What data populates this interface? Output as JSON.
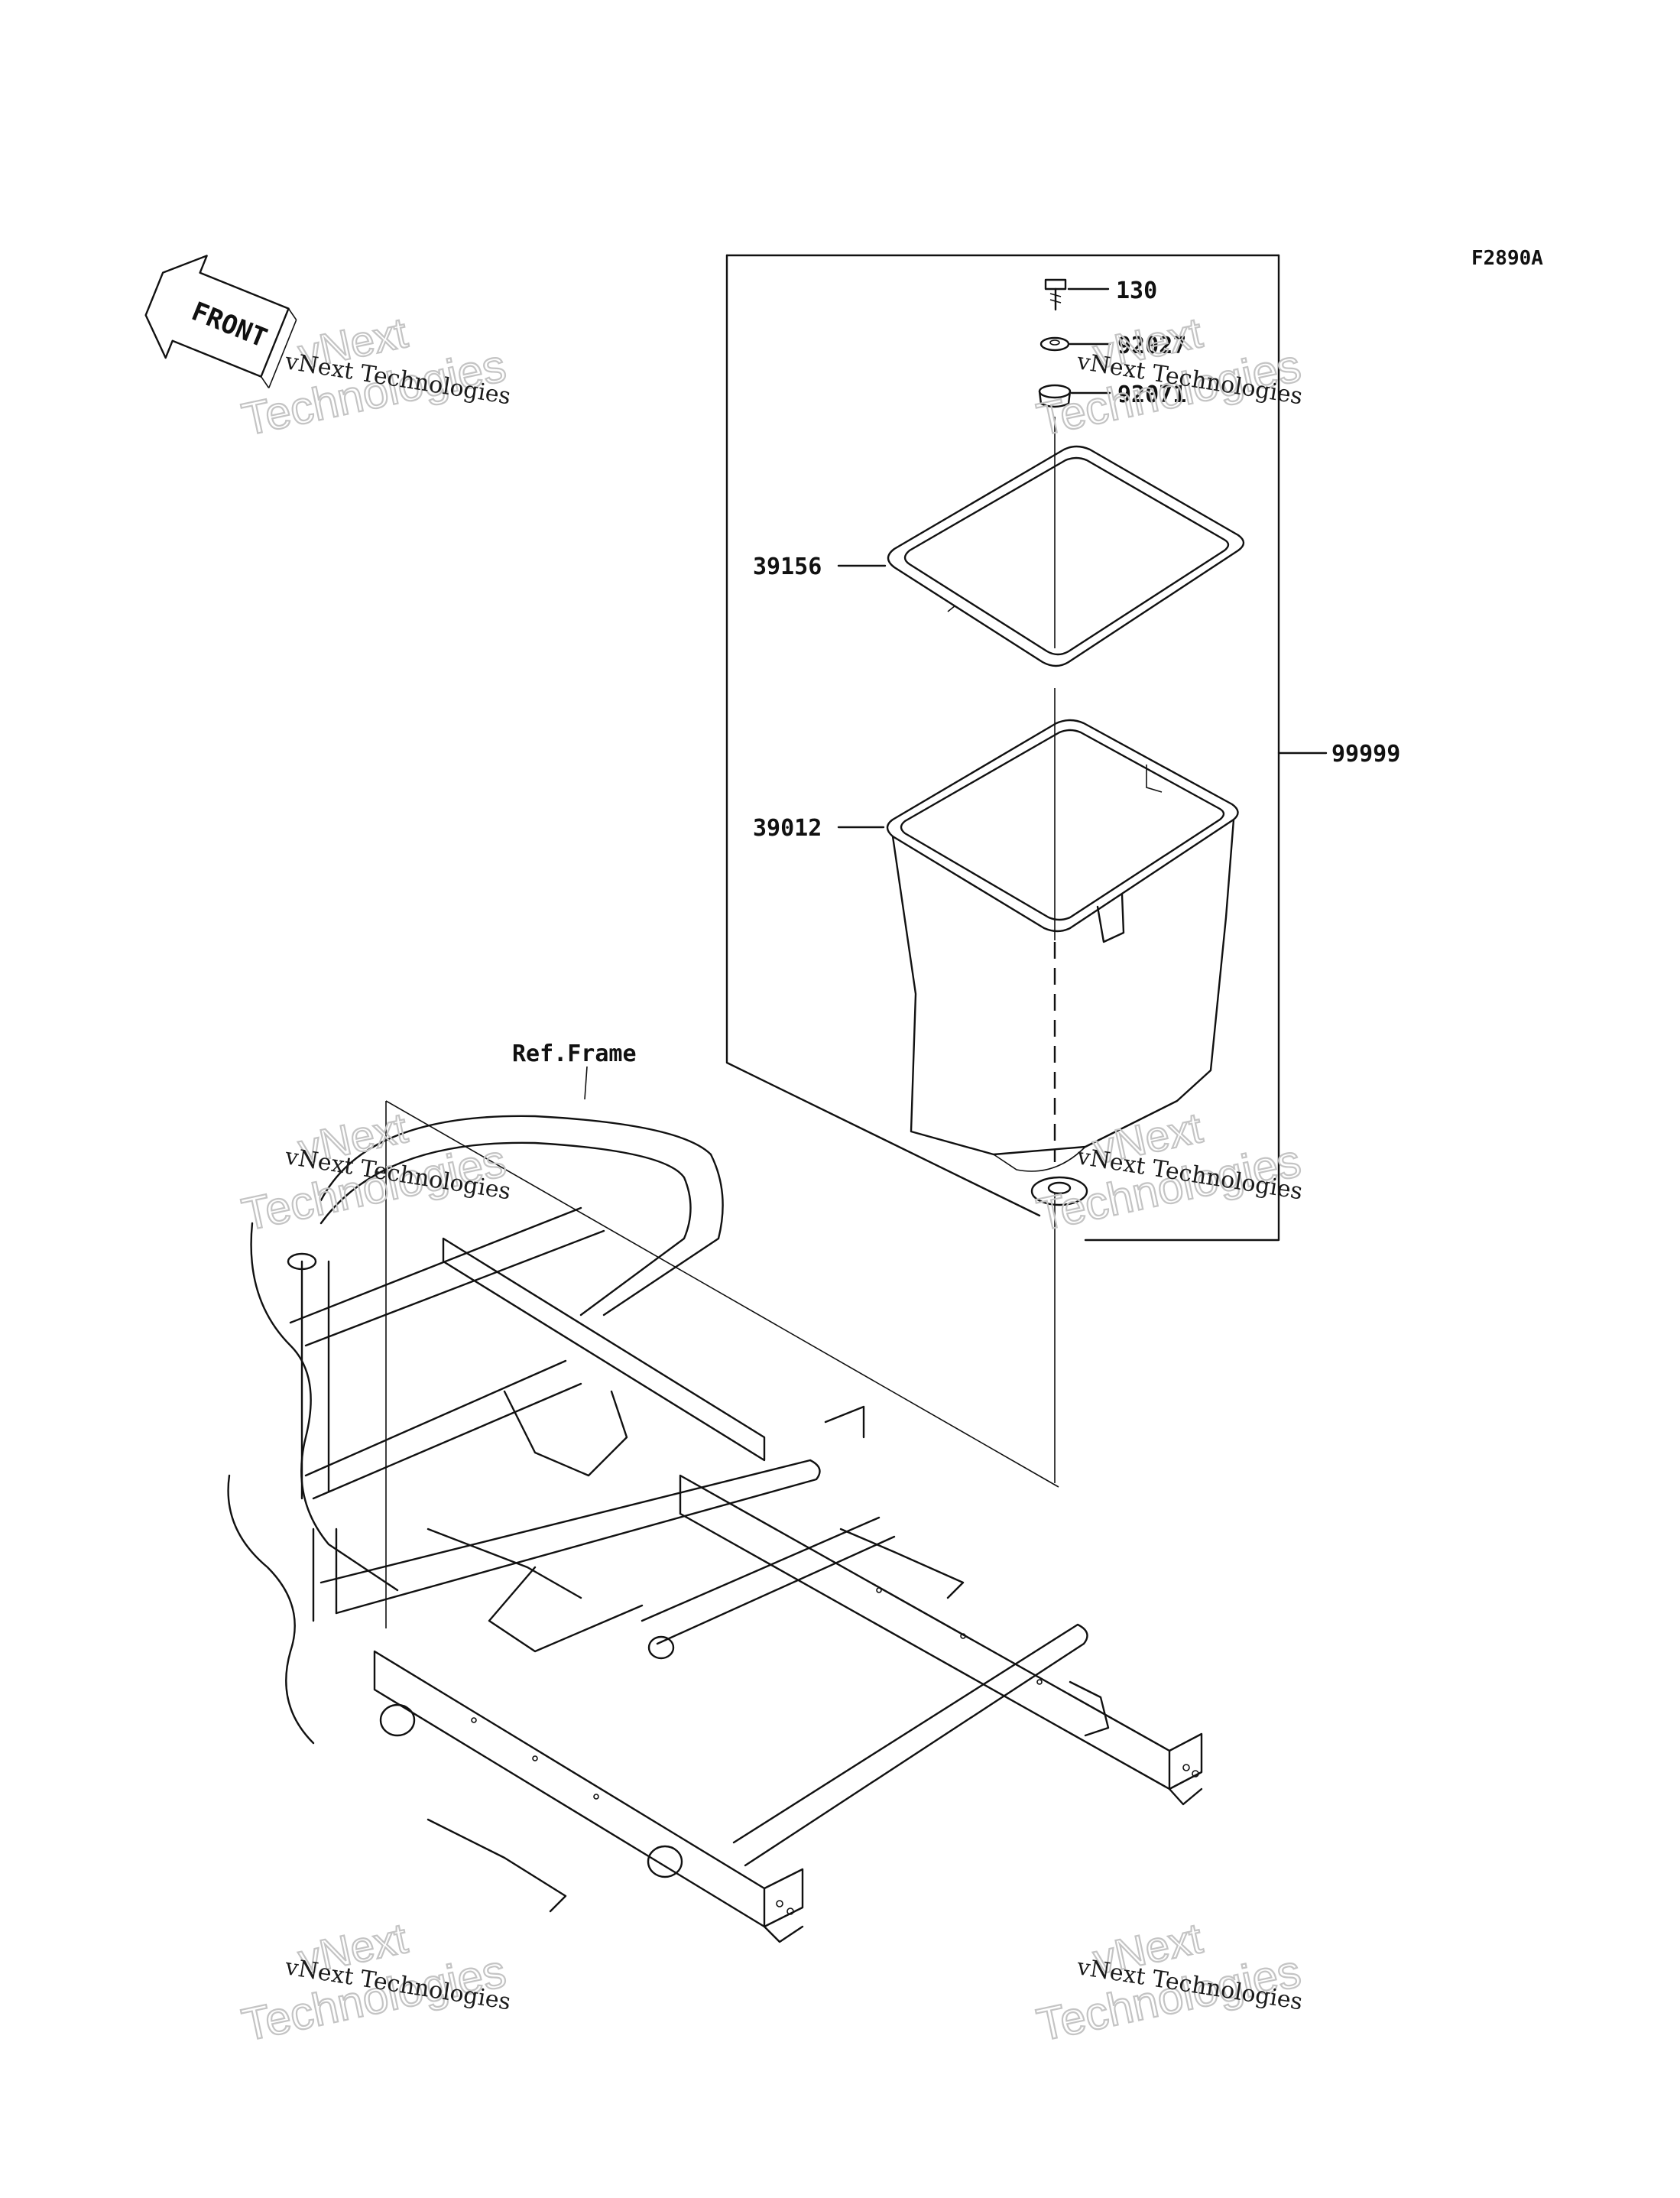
{
  "diagram": {
    "figure_code": "F2890A",
    "direction_arrow_text": "FRONT",
    "reference_label": "Ref.Frame",
    "parts": [
      {
        "number": "130"
      },
      {
        "number": "92027"
      },
      {
        "number": "92071"
      },
      {
        "number": "39156"
      },
      {
        "number": "39012"
      },
      {
        "number": "99999"
      }
    ]
  },
  "watermarks": [
    {
      "line1": "vNext",
      "line2": "Technologies",
      "caption": "vNext Technologies"
    },
    {
      "line1": "vNext",
      "line2": "Technologies",
      "caption": "vNext Technologies"
    },
    {
      "line1": "vNext",
      "line2": "Technologies",
      "caption": "vNext Technologies"
    },
    {
      "line1": "vNext",
      "line2": "Technologies",
      "caption": "vNext Technologies"
    },
    {
      "line1": "vNext",
      "line2": "Technologies",
      "caption": "vNext Technologies"
    },
    {
      "line1": "vNext",
      "line2": "Technologies",
      "caption": "vNext Technologies"
    }
  ],
  "colors": {
    "ink": "#111111",
    "watermark": "#c4c4c4",
    "background": "#ffffff"
  }
}
